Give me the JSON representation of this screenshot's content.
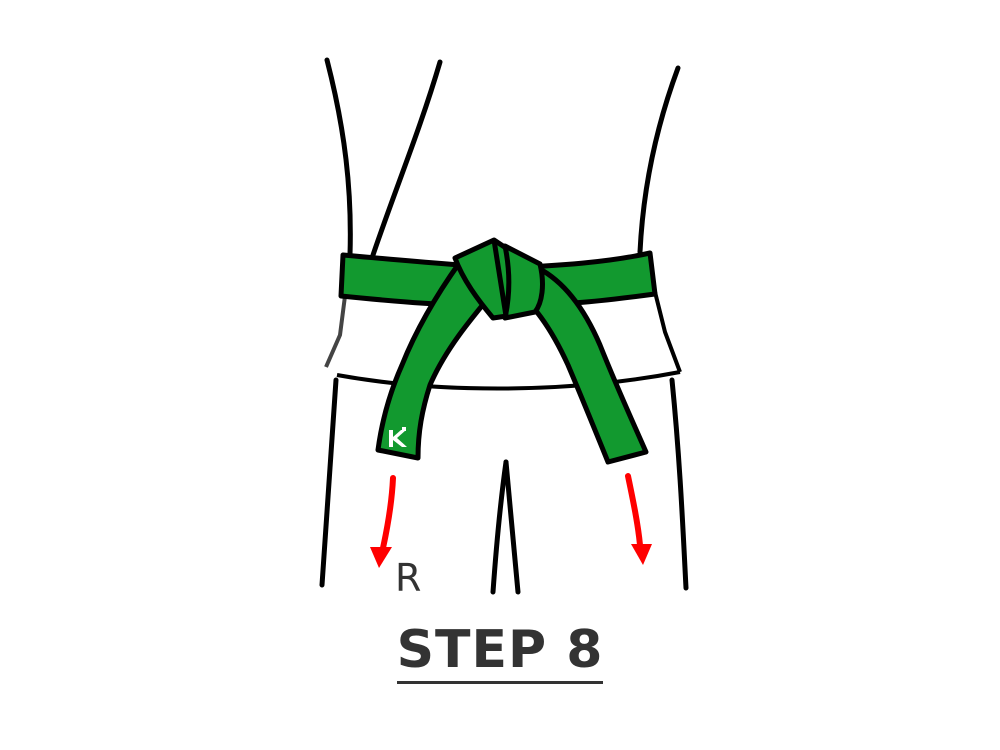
{
  "colors": {
    "outline": "#000000",
    "belt_fill": "#12992f",
    "arrow": "#ff0000",
    "text": "#333333",
    "background": "#ffffff"
  },
  "labels": {
    "side_marker": "R",
    "belt_logo": "K"
  },
  "title": {
    "text": "STEP 8"
  },
  "icons": {
    "left_arrow": "arrow-down-icon",
    "right_arrow": "arrow-down-icon",
    "belt_logo": "brand-logo-icon"
  }
}
